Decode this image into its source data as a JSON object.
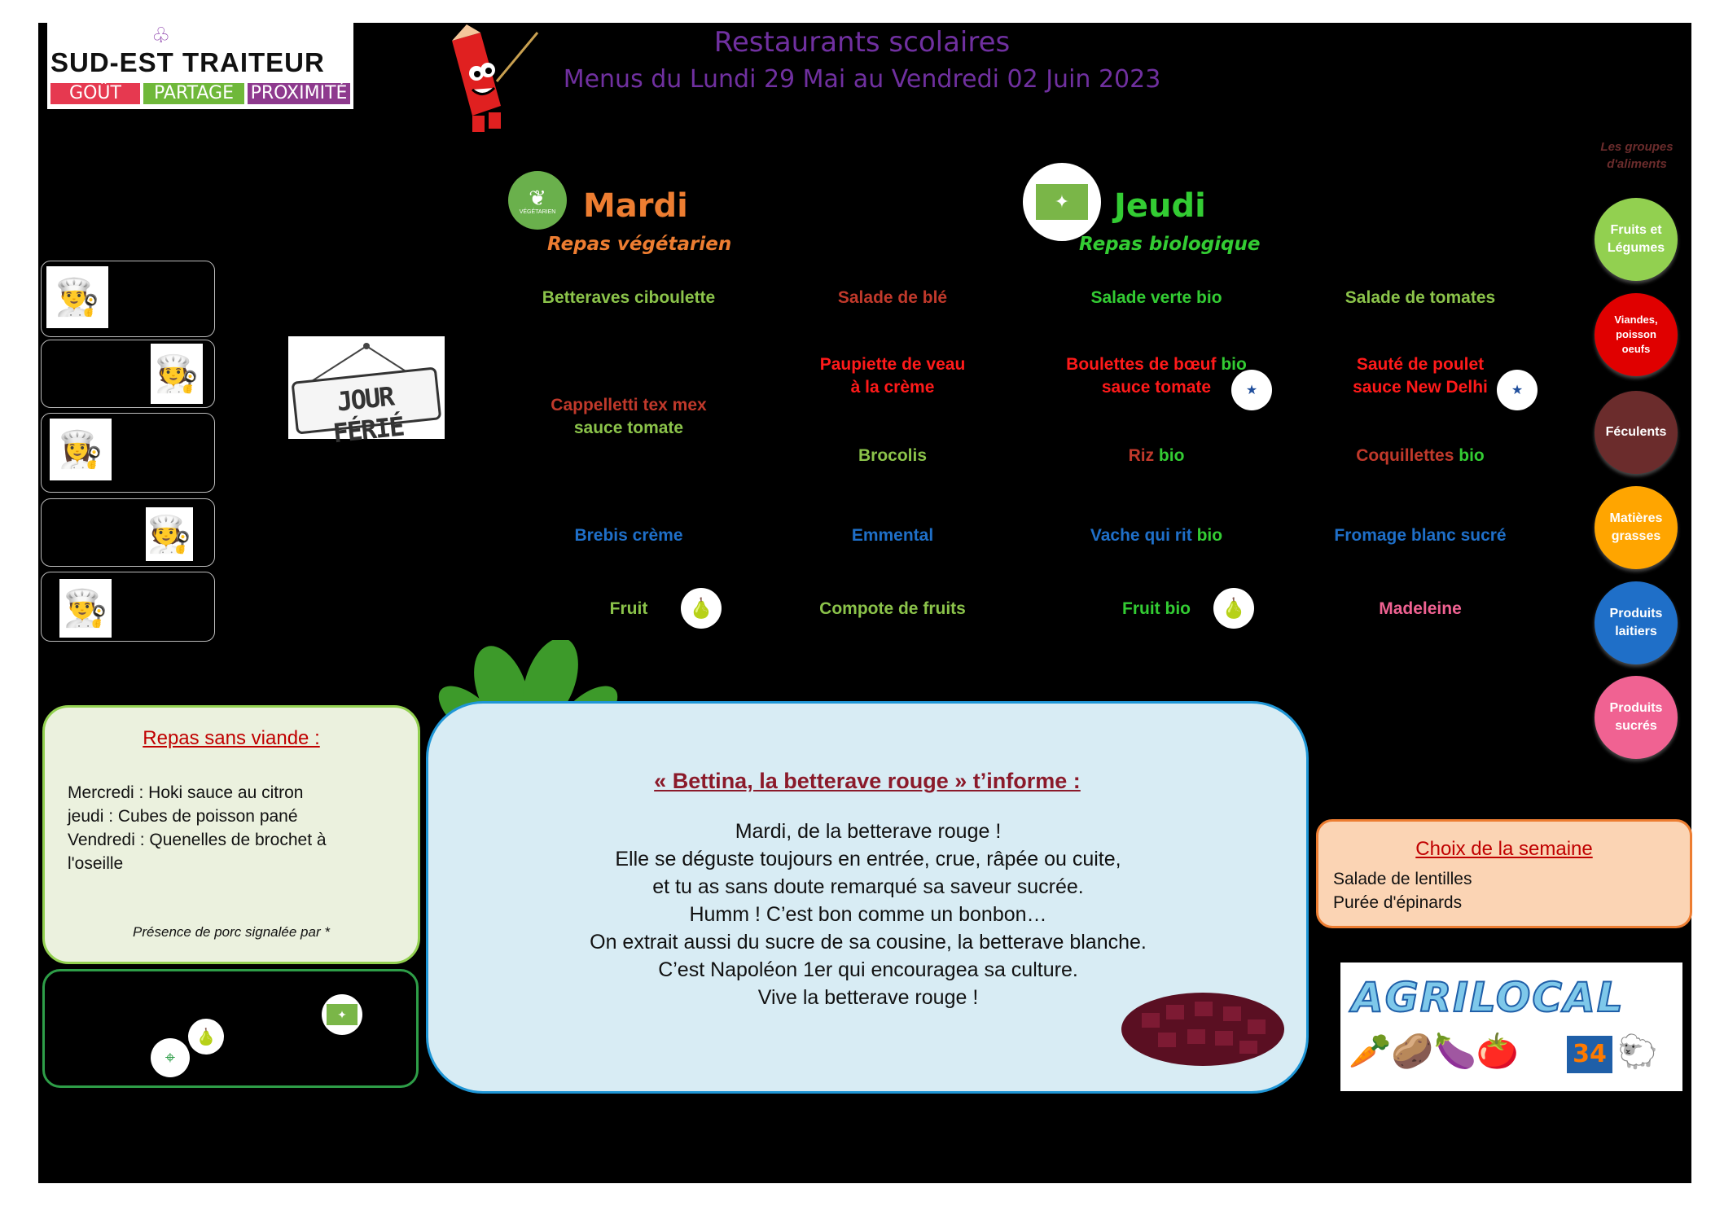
{
  "header": {
    "title": "Restaurants scolaires",
    "subtitle": "Menus du Lundi 29 Mai au Vendredi 02 Juin 2023"
  },
  "logo": {
    "brand": "SUD-EST TRAITEUR",
    "tags": [
      "GOÛT",
      "PARTAGE",
      "PROXIMITÉ"
    ]
  },
  "days": {
    "mardi": {
      "name": "Mardi",
      "subtitle": "Repas végétarien",
      "badge_text": "VÉGÉTARIEN",
      "color": "#ed7d31"
    },
    "jeudi": {
      "name": "Jeudi",
      "subtitle": "Repas biologique",
      "color": "#33cc33"
    }
  },
  "holiday": {
    "label": "JOUR FÉRIÉ"
  },
  "menu": {
    "entrees": [
      "Betteraves ciboulette",
      "Salade de blé",
      "Salade verte bio",
      "Salade de tomates"
    ],
    "plats_line1": [
      "Paupiette de veau",
      "Boulettes de bœuf ",
      "Sauté de poulet"
    ],
    "plats_line2": [
      "à la crème",
      "sauce tomate",
      "sauce New Delhi"
    ],
    "plat_bio_suffix": "bio",
    "vege_plat_line1": "Cappelletti tex mex",
    "vege_plat_line2": "sauce tomate",
    "accompagnements": [
      "Brocolis",
      "Riz ",
      "Coquillettes "
    ],
    "fromages": [
      "Brebis crème",
      "Emmental",
      "Vache qui rit ",
      "Fromage blanc sucré"
    ],
    "desserts": [
      "Fruit",
      "Compote de fruits",
      "Fruit ",
      "Madeleine"
    ]
  },
  "groups": {
    "title": "Les groupes d'aliments",
    "items": [
      {
        "label": "Fruits et Légumes",
        "color": "#92d050"
      },
      {
        "label": "Viandes, poisson oeufs",
        "color": "#e00000"
      },
      {
        "label": "Féculents",
        "color": "#6b2c2c"
      },
      {
        "label": "Matières grasses",
        "color": "#ffa500"
      },
      {
        "label": "Produits laitiers",
        "color": "#1f6fc8"
      },
      {
        "label": "Produits sucrés",
        "color": "#f06292"
      }
    ]
  },
  "sans_viande": {
    "title": "Repas sans viande :",
    "lines": [
      "Mercredi : Hoki sauce au citron",
      "jeudi : Cubes de poisson pané",
      "Vendredi : Quenelles de brochet à",
      "l'oseille"
    ],
    "porc_note": "Présence de porc signalée par *"
  },
  "info": {
    "title": "« Bettina, la betterave rouge » t’informe :",
    "lines": [
      "Mardi, de la betterave rouge !",
      "Elle se déguste toujours en entrée, crue, râpée ou cuite,",
      "et tu as sans doute remarqué sa saveur sucrée.",
      "Humm ! C’est bon comme un bonbon…",
      "On extrait aussi du sucre de sa cousine, la betterave blanche.",
      "C’est Napoléon 1er qui encouragea sa culture.",
      "Vive la betterave rouge !"
    ]
  },
  "choix": {
    "title": "Choix de la semaine",
    "items": [
      "Salade de lentilles",
      "Purée d'épinards"
    ]
  },
  "agrilocal": {
    "label": "AGRILOCAL",
    "number": "34"
  }
}
